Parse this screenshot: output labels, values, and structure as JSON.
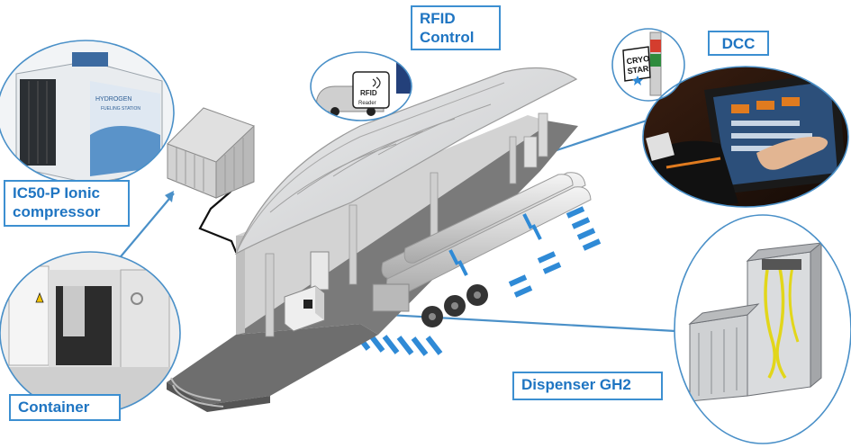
{
  "labels": {
    "rfid": "RFID",
    "control": "Control",
    "dcc": "DCC",
    "compressor_line1": "IC50-P Ionic",
    "compressor_line2": "compressor",
    "container": "Container",
    "dispenser": "Dispenser GH2"
  },
  "product_text": {
    "compressor_panel_line1": "HYDROGEN",
    "compressor_panel_line2": "FUELING STATION",
    "rfid_badge": "RFID",
    "rfid_reader": "Reader",
    "cryostar_line1": "CRYO",
    "cryostar_line2": "STAR"
  },
  "colors": {
    "label_border": "#3c8fd1",
    "label_text": "#1f75c2",
    "leader_line": "#4a90c8",
    "canopy": "#d9dadb",
    "platform": "#6e6e6e",
    "hatch_stripe": "#2f8ad6"
  }
}
